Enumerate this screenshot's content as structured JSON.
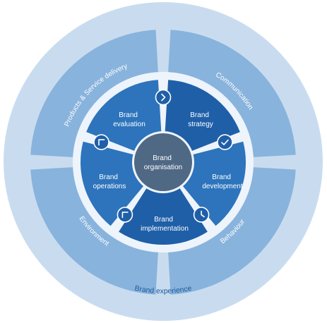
{
  "outer_ring_label": "Brand experience",
  "outer_segments": [
    {
      "id": "products",
      "label": "Products & Service delivery"
    },
    {
      "id": "communication",
      "label": "Communication"
    },
    {
      "id": "behaviour",
      "label": "Behaviour"
    },
    {
      "id": "environment",
      "label": "Environment"
    }
  ],
  "inner_segments": [
    {
      "id": "evaluation",
      "lines": [
        "Brand",
        "evaluation"
      ]
    },
    {
      "id": "strategy",
      "lines": [
        "Brand",
        "strategy"
      ]
    },
    {
      "id": "development",
      "lines": [
        "Brand",
        "development"
      ]
    },
    {
      "id": "implementation",
      "lines": [
        "Brand",
        "implementation"
      ]
    },
    {
      "id": "operations",
      "lines": [
        "Brand",
        "operations"
      ]
    }
  ],
  "center": {
    "lines": [
      "Brand",
      "organisation"
    ]
  },
  "icons": [
    {
      "name": "chevron-right-icon",
      "between": [
        "evaluation",
        "strategy"
      ]
    },
    {
      "name": "check-icon",
      "between": [
        "strategy",
        "development"
      ]
    },
    {
      "name": "clock-icon",
      "between": [
        "development",
        "implementation"
      ]
    },
    {
      "name": "bracket-icon",
      "between": [
        "implementation",
        "operations"
      ]
    },
    {
      "name": "bracket-icon",
      "between": [
        "operations",
        "evaluation"
      ]
    }
  ],
  "colors": {
    "outer_ring": "#c9dcef",
    "outer_segment": "#88b3dc",
    "white_ring": "#eef4fb",
    "inner_segment": "#2d74bc",
    "inner_segment_dark": "#1f5fa8",
    "center": "#4f6883",
    "label_dark": "#1f5a9c"
  }
}
